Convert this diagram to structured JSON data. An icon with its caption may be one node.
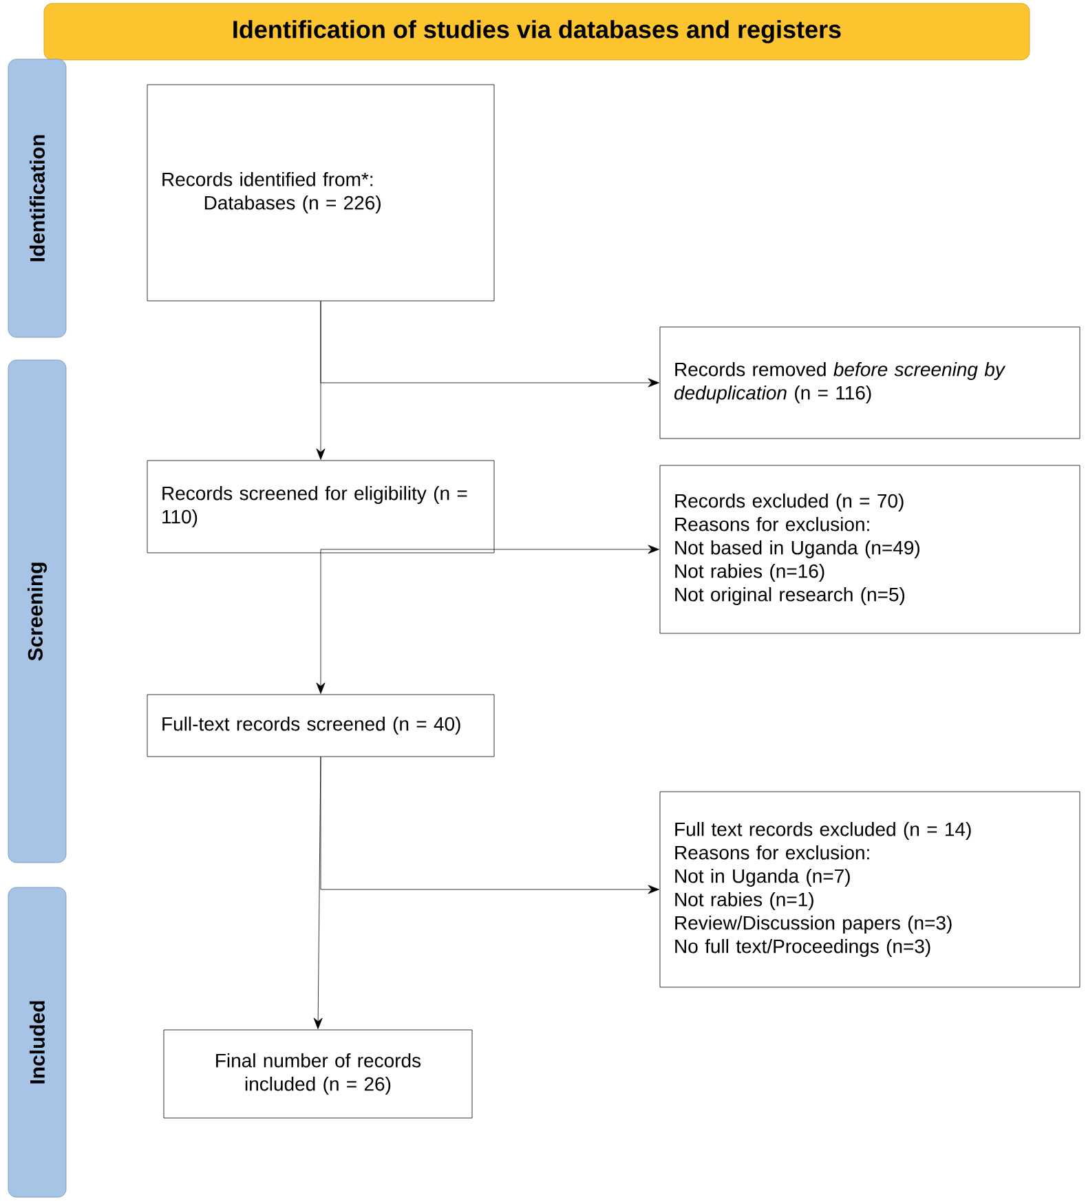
{
  "diagram": {
    "nodes": [
      {
        "text": [
          "Identification of studies via databases and registers"
        ]
      },
      {
        "text": [
          "Identification"
        ]
      },
      {
        "text": [
          "Screening"
        ]
      },
      {
        "text": [
          "Included"
        ]
      },
      {
        "text": [
          "Records identified from*:",
          "Databases (n = 226)"
        ]
      },
      {
        "text": [
          "Records removed *before screening by deduplication* (n = 116)"
        ]
      },
      {
        "text": [
          "Records screened for eligibility (n = 110)"
        ]
      },
      {
        "text": [
          "Records excluded (n = 70)",
          "Reasons for exclusion:",
          "Not based in Uganda (n=49)",
          "Not rabies (n=16)",
          "Not original research (n=5)"
        ]
      },
      {
        "text": [
          "Full-text records screened (n = 40)"
        ]
      },
      {
        "text": [
          "Full text records excluded (n = 14)",
          "Reasons for exclusion:",
          "Not in Uganda (n=7)",
          "Not rabies (n=1)",
          "Review/Discussion papers (n=3)",
          "No full text/Proceedings (n=3)"
        ]
      },
      {
        "text": [
          "Final number of records included (n = 26)"
        ]
      }
    ],
    "edges": [
      {
        "from": 4,
        "to": 6,
        "arrow": "to"
      },
      {
        "from": 4,
        "to": 5,
        "arrow": "to"
      },
      {
        "from": 6,
        "to": 8,
        "arrow": "to"
      },
      {
        "from": 6,
        "to": 7,
        "arrow": "to"
      },
      {
        "from": 8,
        "to": 10,
        "arrow": "to"
      },
      {
        "from": 8,
        "to": 9,
        "arrow": "to"
      }
    ]
  }
}
